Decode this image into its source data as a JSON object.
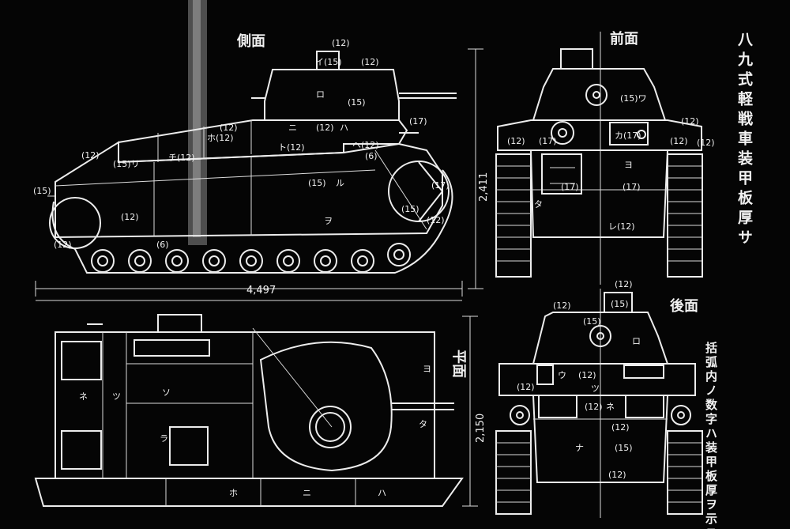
{
  "views": {
    "side": "側面",
    "front": "前面",
    "rear": "後面",
    "plan": "平面"
  },
  "title": "八九式軽戦車装甲板厚サ",
  "note": "括弧内ノ数字ハ装甲板厚ヲ示ス",
  "dimensions": {
    "length": "4,497",
    "height": "2,411",
    "width": "2,150"
  },
  "side_labels": [
    {
      "text": "(12)"
    },
    {
      "text": "イ(15)"
    },
    {
      "text": "(12)"
    },
    {
      "text": "ロ"
    },
    {
      "text": "(15)"
    },
    {
      "text": "ニ"
    },
    {
      "text": "(12)"
    },
    {
      "text": "ハ"
    },
    {
      "text": "(17)"
    },
    {
      "text": "(12)"
    },
    {
      "text": "ホ(12)"
    },
    {
      "text": "ト(12)"
    },
    {
      "text": "ヘ(12)"
    },
    {
      "text": "(6)"
    },
    {
      "text": "(12)"
    },
    {
      "text": "(15)リ"
    },
    {
      "text": "チ(12)"
    },
    {
      "text": "(15)"
    },
    {
      "text": "ル"
    },
    {
      "text": "(17)"
    },
    {
      "text": "(15)"
    },
    {
      "text": "(12)"
    },
    {
      "text": "ヲ"
    },
    {
      "text": "(15)"
    },
    {
      "text": "(12)"
    },
    {
      "text": "(12)"
    },
    {
      "text": "(6)"
    }
  ],
  "front_labels": [
    {
      "text": "(15)ワ"
    },
    {
      "text": "(12)"
    },
    {
      "text": "(12)"
    },
    {
      "text": "(17)"
    },
    {
      "text": "(12)"
    },
    {
      "text": "カ(17)"
    },
    {
      "text": "(12)"
    },
    {
      "text": "ヨ"
    },
    {
      "text": "(17)"
    },
    {
      "text": "(17)"
    },
    {
      "text": "タ"
    },
    {
      "text": "レ(12)"
    }
  ],
  "rear_labels": [
    {
      "text": "(12)"
    },
    {
      "text": "(15)"
    },
    {
      "text": "(12)"
    },
    {
      "text": "(15)"
    },
    {
      "text": "ロ"
    },
    {
      "text": "ウ"
    },
    {
      "text": "(12)"
    },
    {
      "text": "(12)"
    },
    {
      "text": "ツ"
    },
    {
      "text": "(12)"
    },
    {
      "text": "ネ"
    },
    {
      "text": "(12)"
    },
    {
      "text": "ナ"
    },
    {
      "text": "(15)"
    },
    {
      "text": "(12)"
    }
  ],
  "plan_labels": [
    {
      "text": "ネ"
    },
    {
      "text": "ツ"
    },
    {
      "text": "ソ"
    },
    {
      "text": "ヨ"
    },
    {
      "text": "ラ"
    },
    {
      "text": "タ"
    },
    {
      "text": "ホ"
    },
    {
      "text": "ニ"
    },
    {
      "text": "ハ"
    }
  ]
}
